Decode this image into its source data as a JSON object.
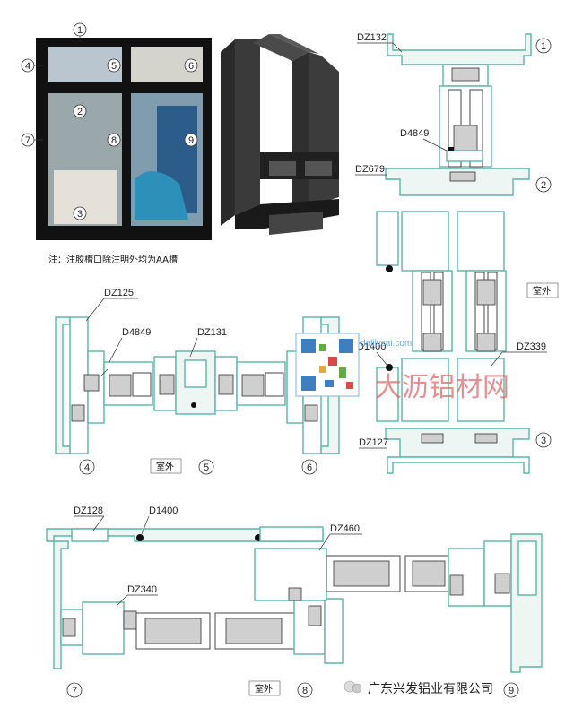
{
  "photo_frame": {
    "markers": [
      "1",
      "4",
      "5",
      "6",
      "7",
      "2",
      "8",
      "9",
      "3"
    ]
  },
  "note": "注：注胶槽口除注明外均为AA槽",
  "watermark": {
    "url": "dalilvcai.com",
    "brand": "大沥铝材网"
  },
  "footer": {
    "company": "广东兴发铝业有限公司"
  },
  "section_labels": {
    "DZ132": "DZ132",
    "D4849_top": "D4849",
    "DZ679": "DZ679",
    "DZ125": "DZ125",
    "D4849_mid": "D4849",
    "DZ131": "DZ131",
    "D1400_mid": "D1400",
    "DZ339": "DZ339",
    "DZ127": "DZ127",
    "DZ128": "DZ128",
    "D1400_bot": "D1400",
    "DZ460": "DZ460",
    "DZ340": "DZ340"
  },
  "section_numbers": {
    "n1": "1",
    "n2": "2",
    "n3": "3",
    "n4": "4",
    "n5": "5",
    "n6": "6",
    "n7": "7",
    "n8": "8",
    "n9": "9"
  },
  "room_labels": {
    "exterior_right": "室外",
    "exterior_mid": "室外",
    "exterior_bot": "室外"
  },
  "colors": {
    "profile_stroke": "#5fb3a8",
    "photo_frame": "#111111",
    "watermark": "#d86d6d"
  }
}
